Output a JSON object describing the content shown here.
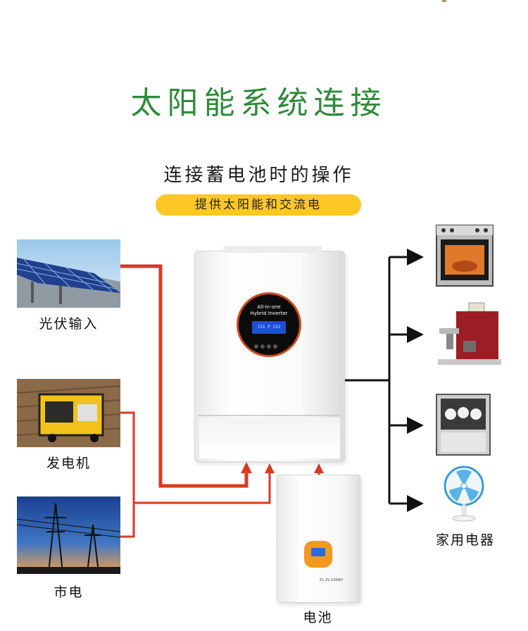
{
  "title": "太阳能系统连接",
  "subtitle": "连接蓄电池时的操作",
  "highlight": "提供太阳能和交流电",
  "sources": [
    {
      "label": "光伏输入",
      "icon": "solar-panel-photo"
    },
    {
      "label": "发电机",
      "icon": "generator-photo"
    },
    {
      "label": "市电",
      "icon": "power-grid-photo"
    }
  ],
  "inverter": {
    "line1": "All-in-one",
    "line2": "Hybrid Inverter",
    "screen": "231 P 232"
  },
  "battery": {
    "label": "电池",
    "model": "51.2V 100AH"
  },
  "loads": {
    "label": "家用电器",
    "items": [
      "oven-photo",
      "coffee-machine-photo",
      "dishwasher-photo",
      "fan-photo"
    ]
  },
  "colors": {
    "title": "#2e8b3a",
    "pill": "#ffc726",
    "arrow_red": "#d93a24",
    "arrow_black": "#111111"
  }
}
